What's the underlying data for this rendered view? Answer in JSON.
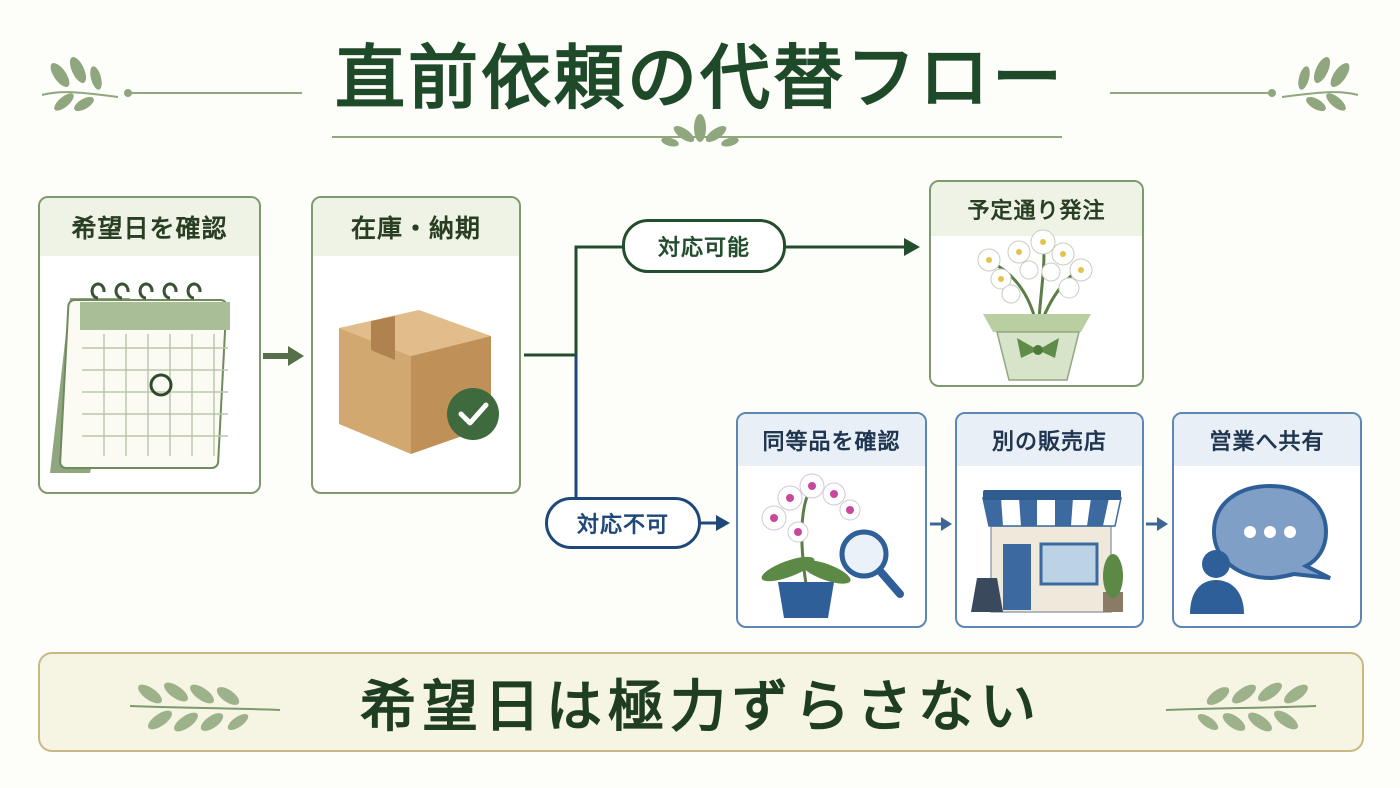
{
  "title": "直前依頼の代替フロー",
  "steps": {
    "check_date": "希望日を確認",
    "stock": "在庫・納期",
    "order_as_planned": "予定通り発注",
    "equivalent": "同等品を確認",
    "other_shop": "別の販売店",
    "share_sales": "営業へ共有"
  },
  "branches": {
    "possible": "対応可能",
    "impossible": "対応不可"
  },
  "banner": "希望日は極力ずらさない",
  "colors": {
    "title_green": "#1f4a2a",
    "path_green": "#234d2c",
    "path_blue": "#1e4878",
    "card_green_border": "#7d9a6c",
    "card_blue_border": "#5d86b4",
    "banner_bg": "#f6f4e3",
    "banner_border": "#c8b984"
  }
}
